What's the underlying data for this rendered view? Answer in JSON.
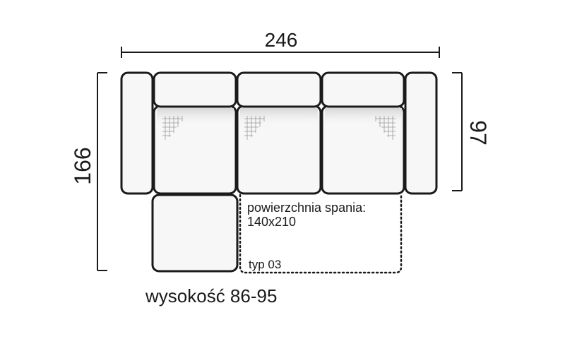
{
  "dimensions": {
    "width": "246",
    "height_total": "166",
    "depth": "97"
  },
  "sleeping_area": {
    "label_line1": "powierzchnia spania:",
    "label_line2": "140x210",
    "type_label": "typ 03"
  },
  "height_label": "wysokość 86-95"
}
